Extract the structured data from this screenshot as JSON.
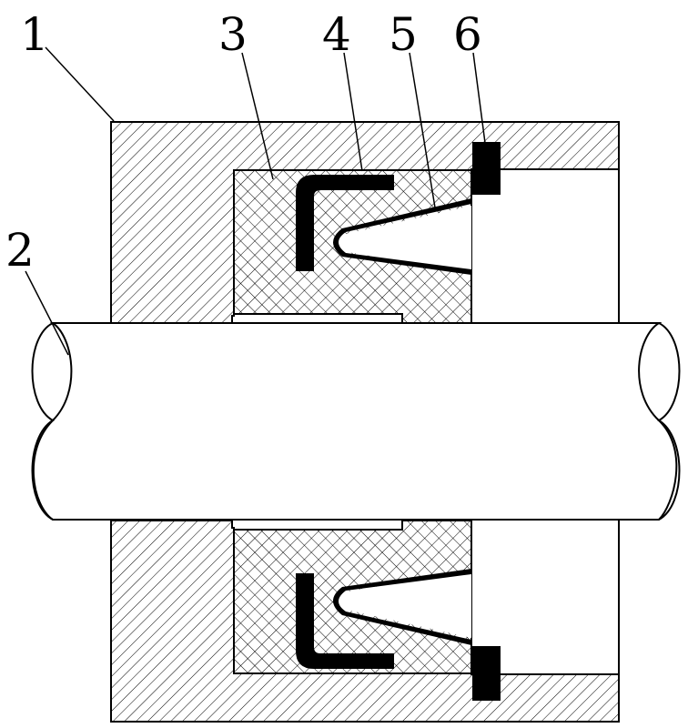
{
  "callouts": [
    {
      "id": "housing",
      "label": "1"
    },
    {
      "id": "shaft",
      "label": "2"
    },
    {
      "id": "seal-body",
      "label": "3"
    },
    {
      "id": "stiffener-ring",
      "label": "4"
    },
    {
      "id": "seal-lip",
      "label": "5"
    },
    {
      "id": "retaining-block",
      "label": "6"
    }
  ],
  "colors": {
    "line": "#000000",
    "background": "#ffffff",
    "solid_part": "#000000"
  },
  "hatch": {
    "housing": "diagonal",
    "seal_body": "crosshatch"
  }
}
